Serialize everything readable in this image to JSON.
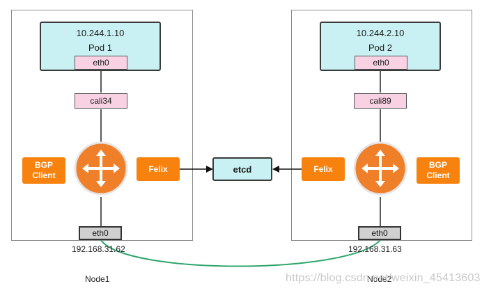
{
  "node1": {
    "pod_ip": "10.244.1.10",
    "pod_name": "Pod 1",
    "pod_eth": "eth0",
    "cali": "cali34",
    "bgp_client": [
      "BGP",
      "Client"
    ],
    "felix": "Felix",
    "host_eth": "eth0",
    "host_ip": "192.168.31.62",
    "name": "Node1"
  },
  "node2": {
    "pod_ip": "10.244.2.10",
    "pod_name": "Pod 2",
    "pod_eth": "eth0",
    "cali": "cali89",
    "bgp_client": [
      "BGP",
      "Client"
    ],
    "felix": "Felix",
    "host_eth": "eth0",
    "host_ip": "192.168.31.63",
    "name": "Node2"
  },
  "etcd": "etcd",
  "watermark": "https://blog.csdn.net/weixin_45413603",
  "colors": {
    "pod_fill": "#c9f1f3",
    "veth_fill": "#f8d2e3",
    "host_eth_fill": "#d0d0d0",
    "orange": "#f7820e",
    "router": "#f07f2a",
    "link": "#2ea56b"
  },
  "icons": [
    "router-icon"
  ]
}
